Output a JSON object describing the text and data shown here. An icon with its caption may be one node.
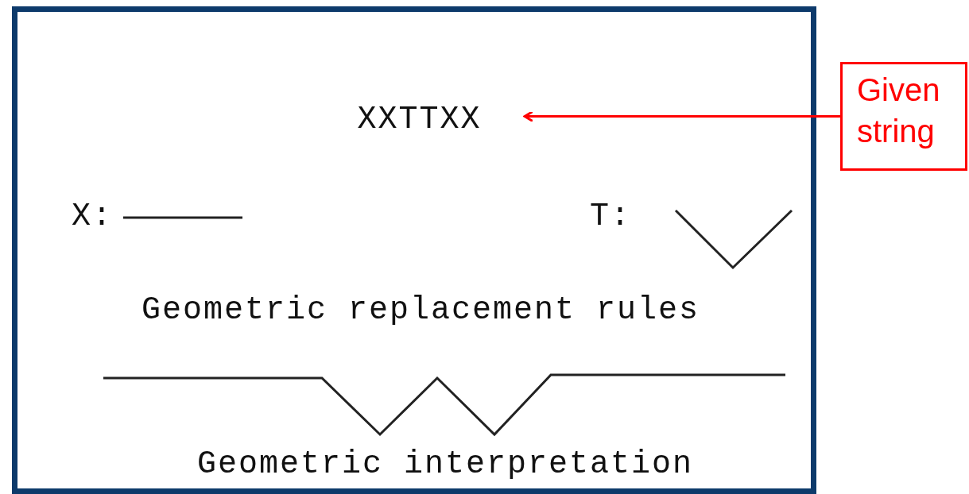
{
  "diagram": {
    "nodes": [
      {
        "text": [
          "XXTTXX"
        ]
      },
      {
        "text": [
          "Given string"
        ]
      }
    ],
    "edges": [
      {
        "from": 1,
        "to": 0,
        "arrow": "to",
        "color": "#ff0000"
      }
    ],
    "labels": [
      "X:",
      "T:",
      "Geometric replacement rules",
      "Geometric interpretation"
    ]
  }
}
